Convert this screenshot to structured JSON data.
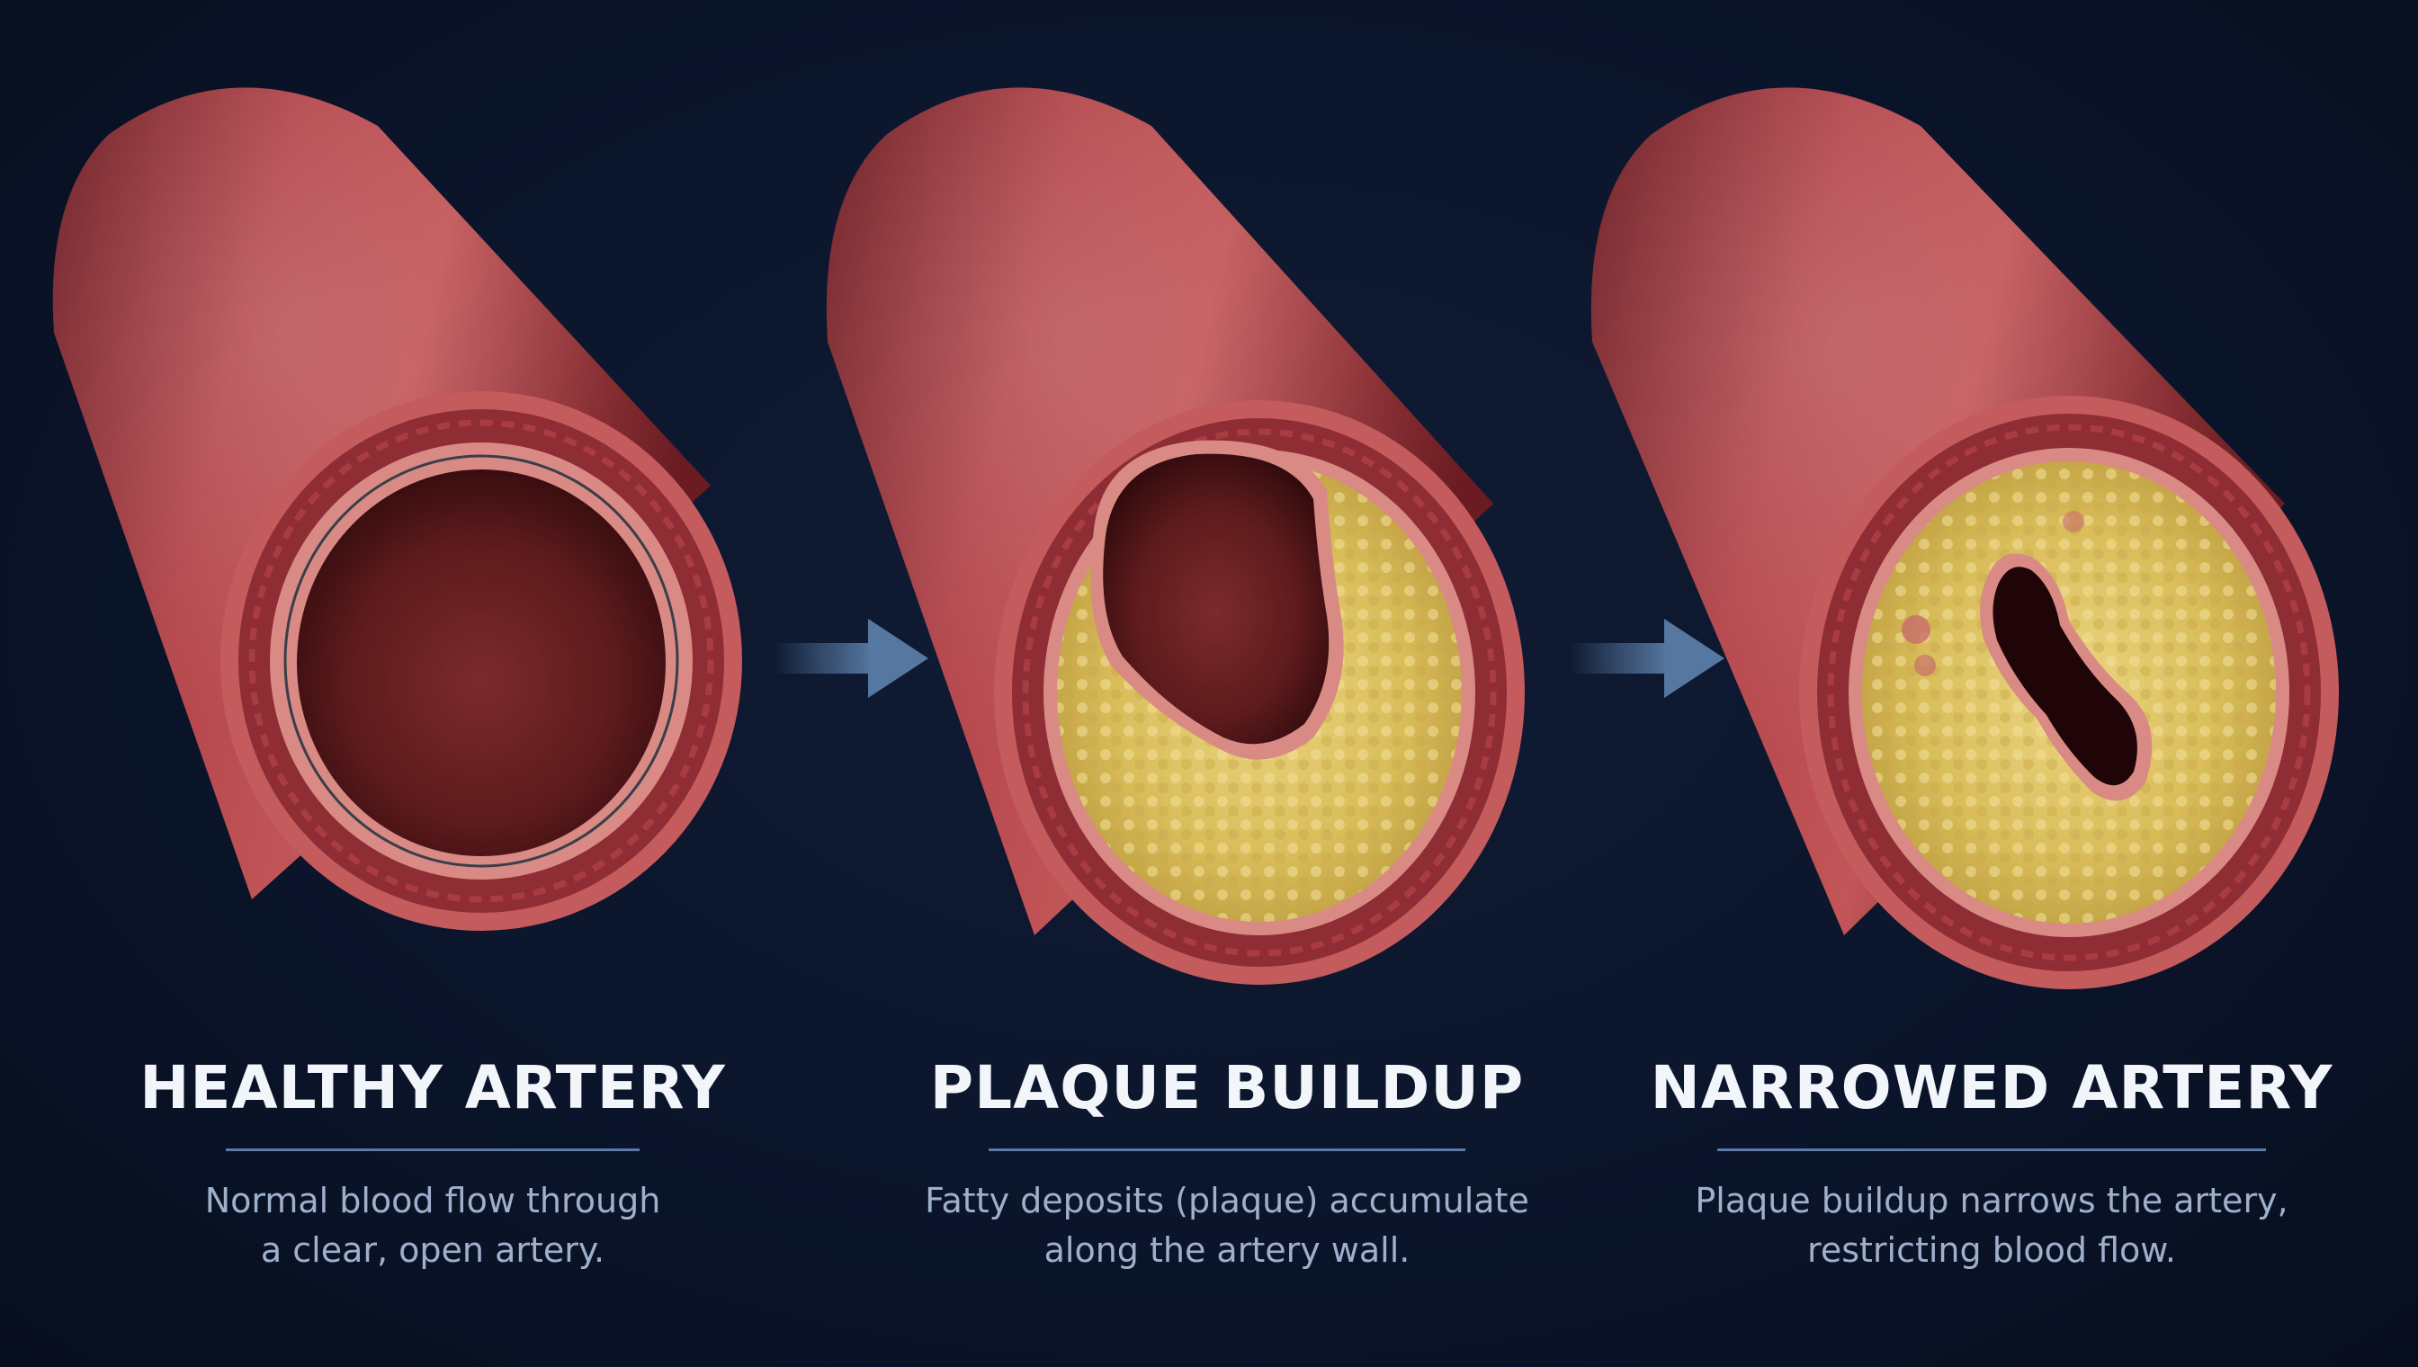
{
  "panels": [
    {
      "title": "HEALTHY ARTERY",
      "description_lines": [
        "Normal blood flow through",
        "a clear, open artery."
      ]
    },
    {
      "title": "PLAQUE BUILDUP",
      "description_lines": [
        "Fatty deposits (plaque) accumulate",
        "along the artery wall."
      ]
    },
    {
      "title": "NARROWED ARTERY",
      "description_lines": [
        "Plaque buildup narrows the artery,",
        "restricting blood flow."
      ]
    }
  ],
  "icons": [
    "artery-illustration",
    "arrow-right-icon",
    "artery-illustration",
    "arrow-right-icon",
    "artery-illustration"
  ],
  "colors": {
    "background": "#0a1327",
    "artery_wall": "#b7474b",
    "lumen": "#5e1b1d",
    "plaque": "#dcc35f",
    "arrow": "#4d6c93",
    "title": "#f2f5fa",
    "description": "#9fb0cd"
  }
}
